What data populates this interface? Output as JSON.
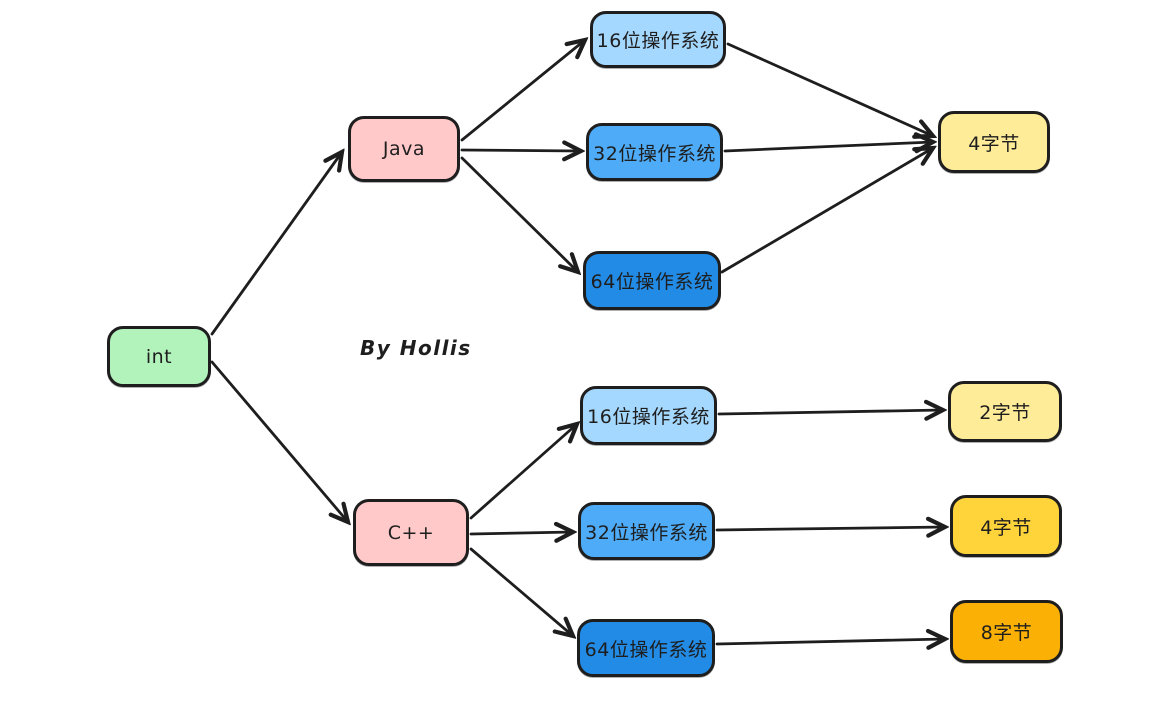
{
  "diagram": {
    "title_hint": "int size by language and OS bitness",
    "byline": "By Hollis",
    "canvas_bg": "#ffffff",
    "stroke_color": "#1e1e1e",
    "palette": {
      "green": "#b2f2bb",
      "pink": "#ffc9c9",
      "light_blue": "#a5d8ff",
      "blue": "#4dabf7",
      "dark_blue": "#228be6",
      "light_yellow": "#ffec99",
      "yellow": "#ffd43b",
      "orange": "#fab005"
    },
    "nodes": [
      {
        "id": "int",
        "label": "int",
        "fill": "#b2f2bb"
      },
      {
        "id": "java",
        "label": "Java",
        "fill": "#ffc9c9"
      },
      {
        "id": "java-os16",
        "label": "16位操作系统",
        "fill": "#a5d8ff"
      },
      {
        "id": "java-os32",
        "label": "32位操作系统",
        "fill": "#4dabf7"
      },
      {
        "id": "java-os64",
        "label": "64位操作系统",
        "fill": "#228be6"
      },
      {
        "id": "java-bytes4",
        "label": "4字节",
        "fill": "#ffec99"
      },
      {
        "id": "cpp",
        "label": "C++",
        "fill": "#ffc9c9"
      },
      {
        "id": "cpp-os16",
        "label": "16位操作系统",
        "fill": "#a5d8ff"
      },
      {
        "id": "cpp-os32",
        "label": "32位操作系统",
        "fill": "#4dabf7"
      },
      {
        "id": "cpp-os64",
        "label": "64位操作系统",
        "fill": "#228be6"
      },
      {
        "id": "cpp-bytes2",
        "label": "2字节",
        "fill": "#ffec99"
      },
      {
        "id": "cpp-bytes4",
        "label": "4字节",
        "fill": "#ffd43b"
      },
      {
        "id": "cpp-bytes8",
        "label": "8字节",
        "fill": "#fab005"
      }
    ],
    "edges": [
      {
        "from": "int",
        "to": "java"
      },
      {
        "from": "int",
        "to": "cpp"
      },
      {
        "from": "java",
        "to": "java-os16"
      },
      {
        "from": "java",
        "to": "java-os32"
      },
      {
        "from": "java",
        "to": "java-os64"
      },
      {
        "from": "java-os16",
        "to": "java-bytes4"
      },
      {
        "from": "java-os32",
        "to": "java-bytes4"
      },
      {
        "from": "java-os64",
        "to": "java-bytes4"
      },
      {
        "from": "cpp",
        "to": "cpp-os16"
      },
      {
        "from": "cpp",
        "to": "cpp-os32"
      },
      {
        "from": "cpp",
        "to": "cpp-os64"
      },
      {
        "from": "cpp-os16",
        "to": "cpp-bytes2"
      },
      {
        "from": "cpp-os32",
        "to": "cpp-bytes4"
      },
      {
        "from": "cpp-os64",
        "to": "cpp-bytes8"
      }
    ]
  }
}
